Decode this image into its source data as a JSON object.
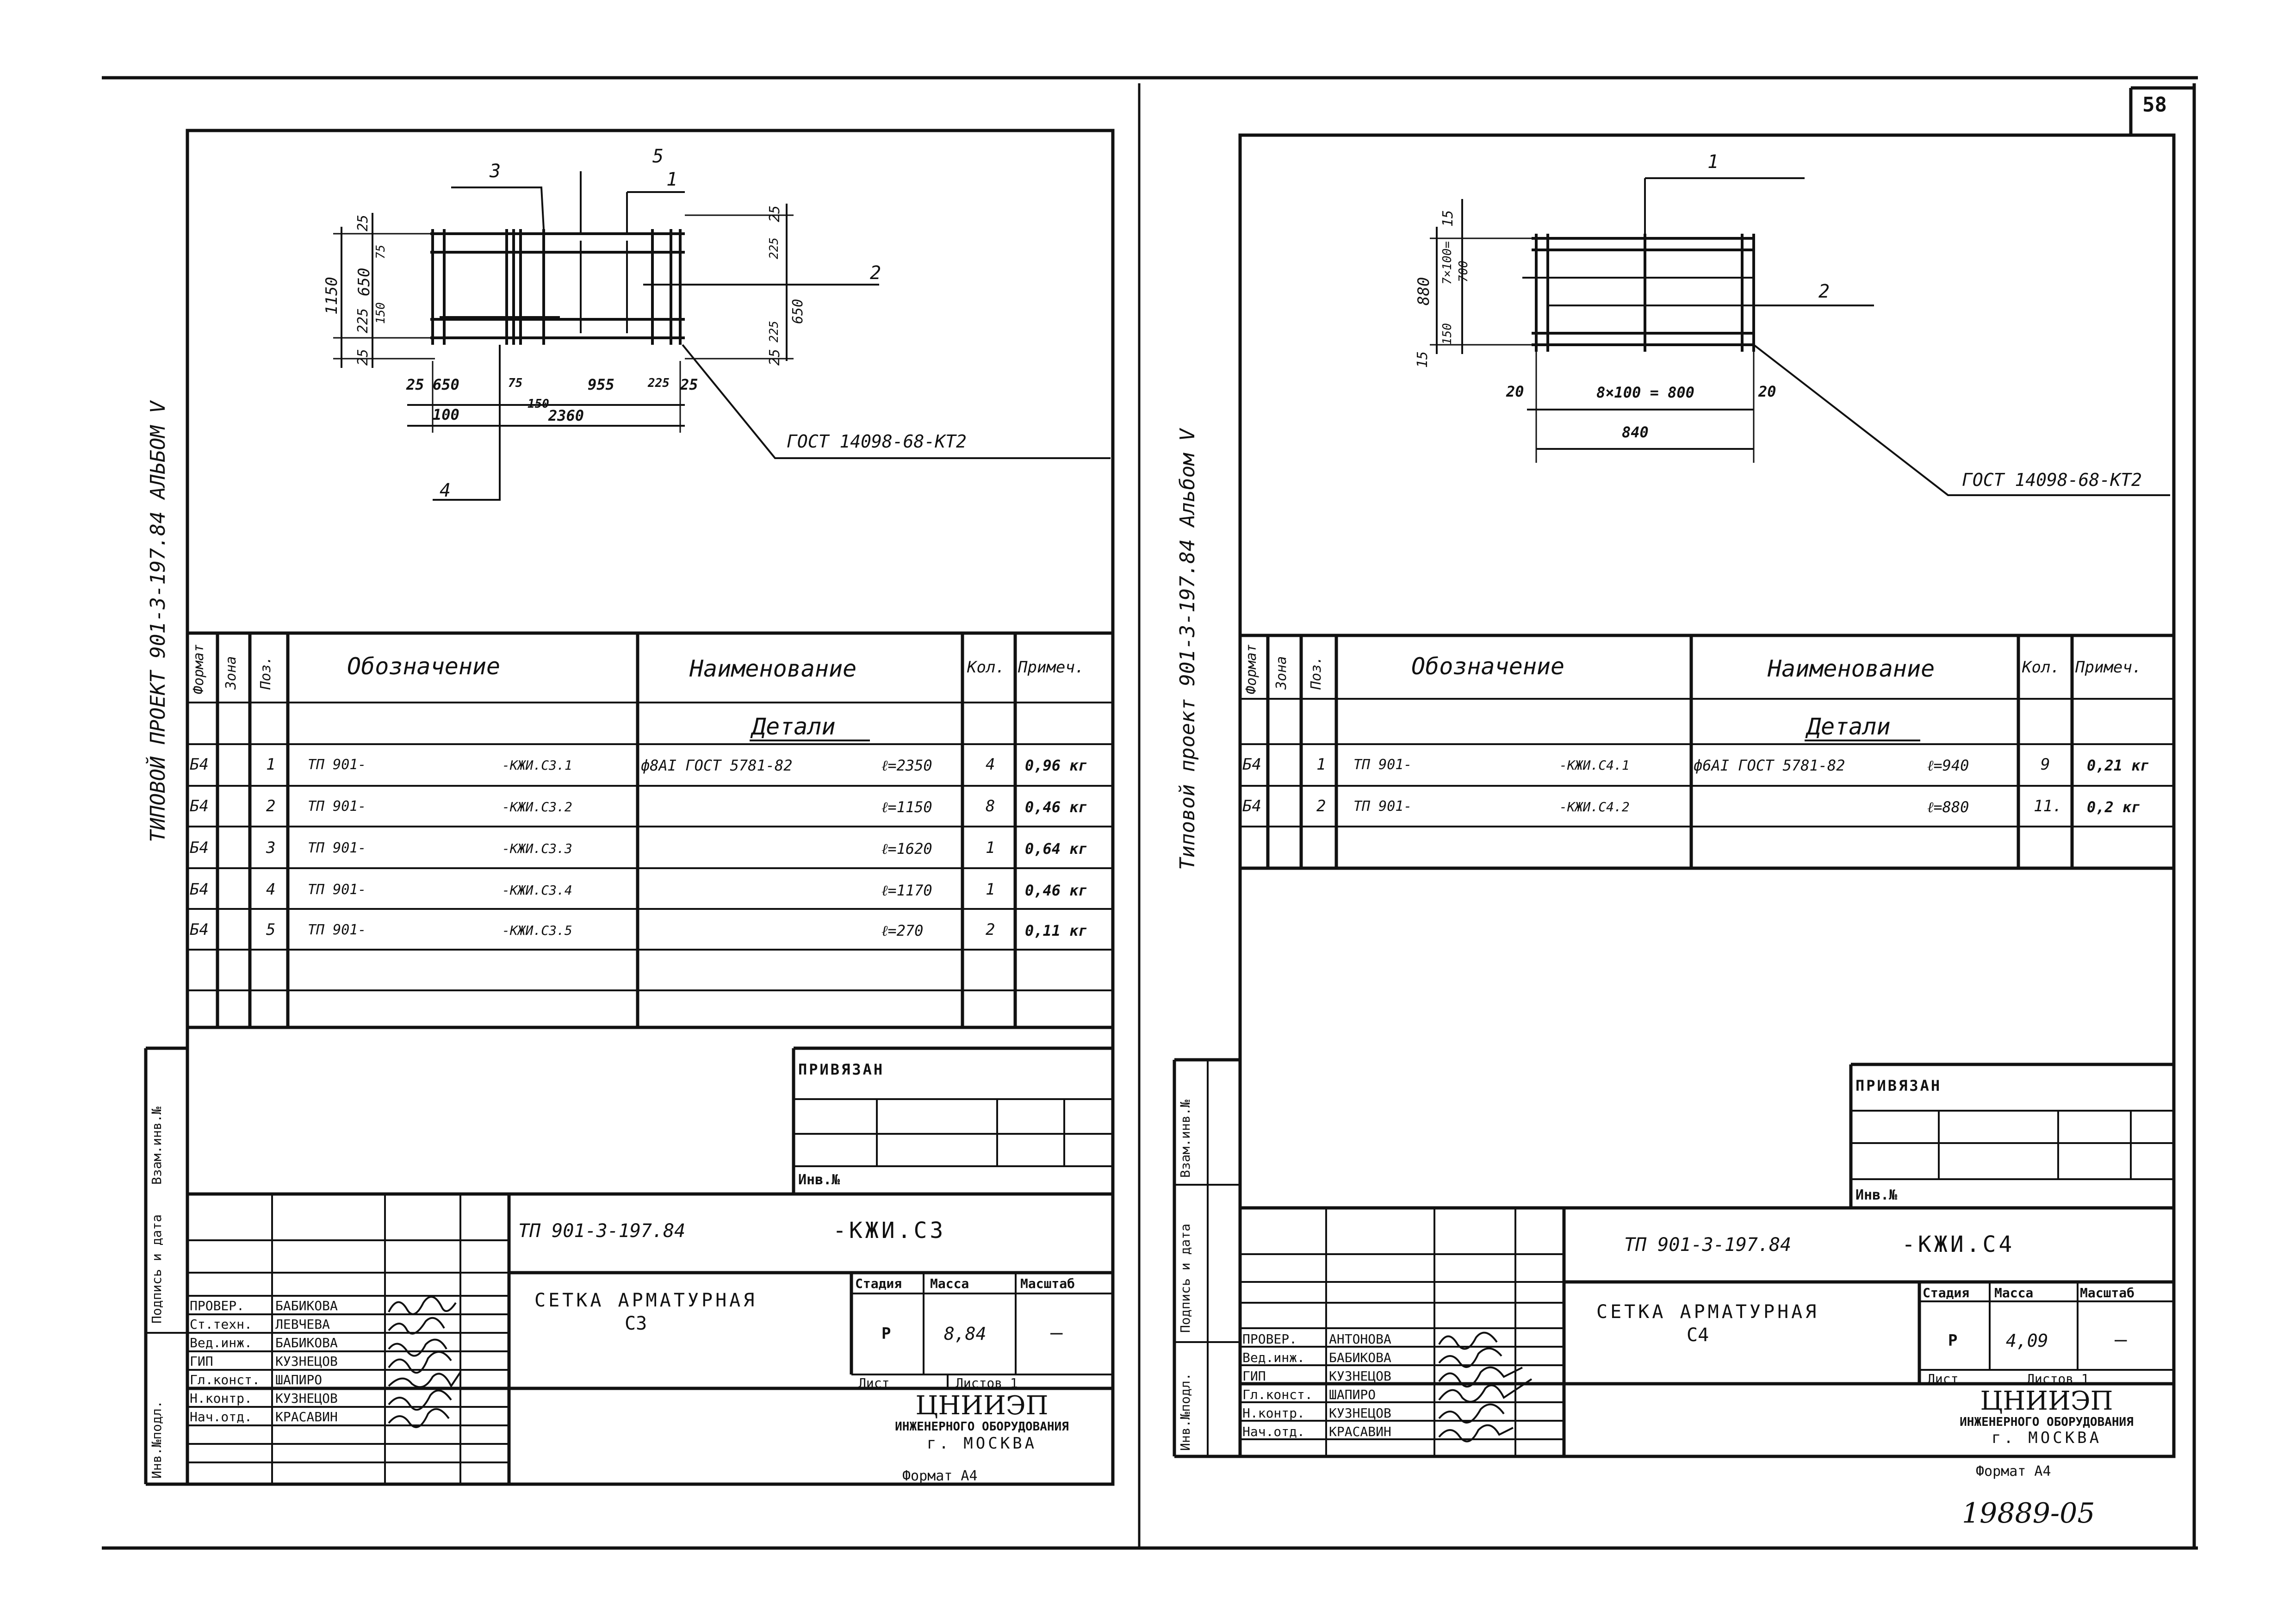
{
  "page_number": "58",
  "archive_number": "19889-05",
  "common": {
    "spine_label_rotated": "ТИПОВОЙ ПРОЕКТ 901-3-197.84 АЛЬБОМ V",
    "spine_label_rotated_right": "Типовой проект 901-3-197.84 Альбом V",
    "col_format": "Формат",
    "col_zone": "Зона",
    "col_pos": "Поз.",
    "col_designation": "Обозначение",
    "col_name": "Наименование",
    "col_qty": "Кол.",
    "col_note": "Примеч.",
    "section_details": "Детали",
    "privyazan": "ПРИВЯЗАН",
    "inv_no": "Инв.№",
    "side_inv_podl": "Инв.№подл.",
    "side_podpis": "Подпись и дата",
    "side_vzam": "Взам.инв.№",
    "stage_label": "Стадия",
    "mass_label": "Масса",
    "scale_label": "Масштаб",
    "sheet_label": "Лист",
    "sheets_label": "Листов 1",
    "org_name": "ЦНИИЭП",
    "org_sub": "ИНЖЕНЕРНОГО ОБОРУДОВАНИЯ",
    "org_city": "г. МОСКВА",
    "format_label": "Формат А4",
    "gost_mesh": "ГОСТ 14098-68-КТ2"
  },
  "left_sheet": {
    "doc_code": "ТП 901-3-197.84",
    "doc_suffix": "-КЖИ.С3",
    "title_line1": "СЕТКА АРМАТУРНАЯ",
    "title_line2": "С3",
    "stage": "Р",
    "mass": "8,84",
    "scale": "—",
    "callouts": [
      "1",
      "2",
      "3",
      "4",
      "5"
    ],
    "dims": {
      "overall_h": "1150",
      "mid_h": "650",
      "top_off": "25",
      "top_sub": "75",
      "row_a": "225",
      "row_b": "150",
      "bot_off": "25",
      "right_top": "25",
      "right_a": "225",
      "right_mid": "650",
      "right_b": "225",
      "right_bot": "25",
      "bot_25a": "25",
      "bot_650": "650",
      "bot_75": "75",
      "bot_150": "150",
      "bot_955": "955",
      "bot_225": "225",
      "bot_25b": "25",
      "bot_100": "100",
      "overall_w": "2360"
    },
    "rows": [
      {
        "format": "Б4",
        "pos": "1",
        "des_a": "ТП 901-",
        "des_b": "-КЖИ.С3.1",
        "name_a": "ф8АI ГОСТ 5781-82",
        "name_b": "ℓ=2350",
        "qty": "4",
        "note": "0,96 кг"
      },
      {
        "format": "Б4",
        "pos": "2",
        "des_a": "ТП 901-",
        "des_b": "-КЖИ.С3.2",
        "name_a": "",
        "name_b": "ℓ=1150",
        "qty": "8",
        "note": "0,46 кг"
      },
      {
        "format": "Б4",
        "pos": "3",
        "des_a": "ТП 901-",
        "des_b": "-КЖИ.С3.3",
        "name_a": "",
        "name_b": "ℓ=1620",
        "qty": "1",
        "note": "0,64 кг"
      },
      {
        "format": "Б4",
        "pos": "4",
        "des_a": "ТП 901-",
        "des_b": "-КЖИ.С3.4",
        "name_a": "",
        "name_b": "ℓ=1170",
        "qty": "1",
        "note": "0,46 кг"
      },
      {
        "format": "Б4",
        "pos": "5",
        "des_a": "ТП 901-",
        "des_b": "-КЖИ.С3.5",
        "name_a": "",
        "name_b": "ℓ=270",
        "qty": "2",
        "note": "0,11 кг"
      }
    ],
    "signatures": [
      {
        "role": "ПРОВЕР.",
        "name": "БАБИКОВА"
      },
      {
        "role": "Ст.техн.",
        "name": "ЛЕВЧЕВА"
      },
      {
        "role": "Вед.инж.",
        "name": "БАБИКОВА"
      },
      {
        "role": "ГИП",
        "name": "КУЗНЕЦОВ"
      },
      {
        "role": "Гл.конст.",
        "name": "ШАПИРО"
      },
      {
        "role": "Н.контр.",
        "name": "КУЗНЕЦОВ"
      },
      {
        "role": "Нач.отд.",
        "name": "КРАСАВИН"
      }
    ]
  },
  "right_sheet": {
    "doc_code": "ТП 901-3-197.84",
    "doc_suffix": "-КЖИ.С4",
    "title_line1": "СЕТКА АРМАТУРНАЯ",
    "title_line2": "С4",
    "stage": "Р",
    "mass": "4,09",
    "scale": "—",
    "callouts": [
      "1",
      "2"
    ],
    "dims": {
      "overall_h": "880",
      "top_15": "15",
      "step_v": "7×100=",
      "step_v2": "700",
      "bot_150": "150",
      "bot_15": "15",
      "left_20": "20",
      "step_h": "8×100 = 800",
      "right_20": "20",
      "overall_w": "840"
    },
    "rows": [
      {
        "format": "Б4",
        "pos": "1",
        "des_a": "ТП 901-",
        "des_b": "-КЖИ.С4.1",
        "name_a": "ф6АI ГОСТ 5781-82",
        "name_b": "ℓ=940",
        "qty": "9",
        "note": "0,21 кг"
      },
      {
        "format": "Б4",
        "pos": "2",
        "des_a": "ТП 901-",
        "des_b": "-КЖИ.С4.2",
        "name_a": "",
        "name_b": "ℓ=880",
        "qty": "11.",
        "note": "0,2 кг"
      }
    ],
    "signatures": [
      {
        "role": "ПРОВЕР.",
        "name": "АНТОНОВА"
      },
      {
        "role": "Вед.инж.",
        "name": "БАБИКОВА"
      },
      {
        "role": "ГИП",
        "name": "КУЗНЕЦОВ"
      },
      {
        "role": "Гл.конст.",
        "name": "ШАПИРО"
      },
      {
        "role": "Н.контр.",
        "name": "КУЗНЕЦОВ"
      },
      {
        "role": "Нач.отд.",
        "name": "КРАСАВИН"
      }
    ]
  }
}
